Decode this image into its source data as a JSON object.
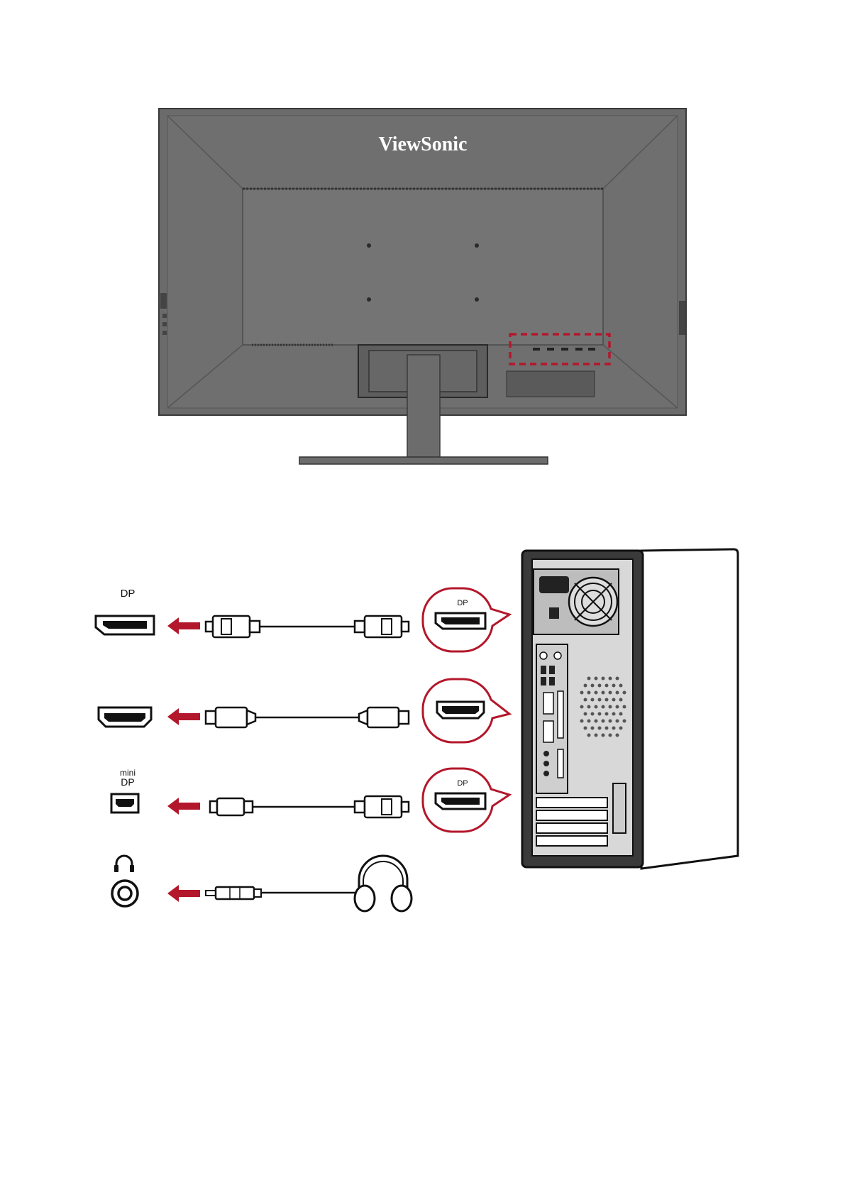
{
  "monitor": {
    "brand": "ViewSonic"
  },
  "connections": {
    "dp_label": "DP",
    "mini_label_top": "mini",
    "mini_label_bottom": "DP",
    "callout_dp_top": "DP",
    "callout_dp_bottom": "DP"
  },
  "colors": {
    "accent_red": "#b3172b",
    "monitor_gray": "#6b6b6b",
    "outline": "#1a1a1a"
  },
  "icons": {
    "headphone_port": "headphone-icon",
    "arrow": "arrow-left-icon"
  }
}
